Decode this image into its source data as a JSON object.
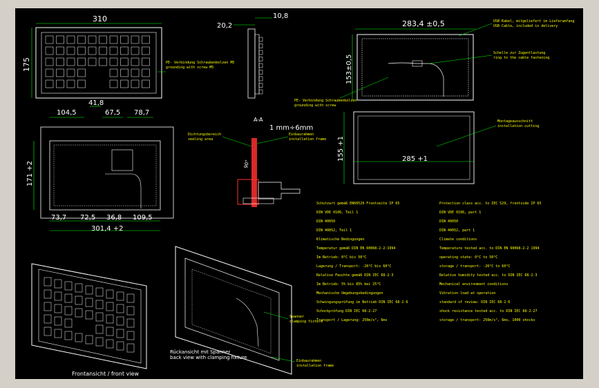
{
  "window": {
    "title": "",
    "background": "#d4d0c8",
    "canvas_color": "#000000"
  },
  "colors": {
    "outline": "#ffffff",
    "dim_line": "#00ff00",
    "hidden": "#ff00ff",
    "text_yellow": "#ffff00",
    "accent_red": "#ff3030"
  },
  "dims": {
    "width_310": "310",
    "height_175": "175",
    "depth_20_2": "20,2",
    "depth_10_8": "10,8",
    "width_283_4": "283,4 ±0,5",
    "height_153_45": "153±0,5",
    "d_104_5": "104,5",
    "d_41_8": "41,8",
    "d_67_5": "67,5",
    "d_78_7": "78,7",
    "d_171": "171 +2",
    "d_73_7": "73,7",
    "d_72_5": "72,5",
    "d_36_8": "36,8",
    "d_109_5": "109,5",
    "d_301_4": "301,4 +2",
    "d_155": "155 +1",
    "d_285": "285 +1",
    "section_aa": "A-A",
    "section_thk": "1 mm÷6mm",
    "angle": "90°"
  },
  "labels": {
    "pe_left": "PE- Verbindung Schraubenbolzen M5",
    "pe_left_en": "grounding with screw M5",
    "usb_cable": "USB Kabel, mitgeliefert im Lieferumfang",
    "usb_cable_en": "USB Cable, included in delivery",
    "strain_relief": "Schelle zur Zugentlastung",
    "strain_relief_en": "ring to the cable fastening",
    "pe_right": "PE- Verbindung Schraubenbolzen",
    "pe_right_en": "grounding with screw",
    "cutout": "Montageausschnitt",
    "cutout_en": "installation cutting",
    "seal": "Dichtungsbereich",
    "seal_en": "sealing area",
    "frame": "Einbaurahmen",
    "frame_en": "installation frame",
    "front_view": "Frontansicht / front view",
    "back_view": "Rückansicht mit Spanner",
    "back_view_en": "back view with clamping fixture",
    "clamp": "Spanner",
    "clamp_en": "clamping fixture",
    "frame2": "Einbaurahmen",
    "frame2_en": "installation frame"
  },
  "spec_left": [
    "Schutzart gemäß EN60529 Frontseite IP 65",
    "DIN VDE 0106, Teil 1",
    "DIN 40050",
    "DIN 40052, Teil 1",
    "Klimatische Bedingungen",
    "Temperatur gemäß DIN EN 60068-2-2:1994",
    "Im Betrieb: 0°C bis 50°C",
    "Lagerung / Transport: -20°C bis 60°C",
    "Relative Feuchte gemäß DIN IEC 68-2-3",
    "Im Betrieb: 5% bis 85% bei 25°C",
    "Mechanische Umgebungsbedingungen",
    "Schwingungsprüfung im Betrieb DIN IEC 68-2-6",
    "Schockprüfung DIN IEC 68-2-27",
    "Transport / Lagerung: 250m/s², 6ms"
  ],
  "spec_right": [
    "Protection class acc. to IEC 529, frontside IP 65",
    "DIN VDE 0106, part 1",
    "DIN 40050",
    "DIN 40052, part 1",
    "Climate conditions",
    "Temperature tested acc. to DIN EN 60068-2-2 1994",
    "operating state: 0°C to 50°C",
    "storage / transport: -20°C to 60°C",
    "Relative humidity tested acc. to DIN IEC 68-2-3",
    "Mechanical environment conditions",
    "Vibration load at operation",
    "standard of review: DIN IEC 68-2-6",
    "shock resistance tested acc. to DIN IEC 68-2-27",
    "storage / transport: 250m/s², 6ms, 1000 shocks"
  ]
}
